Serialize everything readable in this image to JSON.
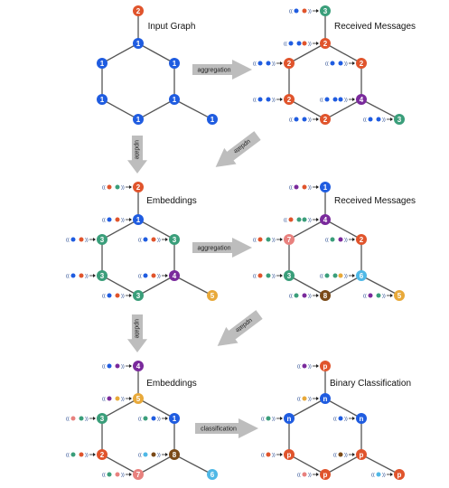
{
  "colors": {
    "1": "#1f5ce0",
    "2": "#e0542c",
    "3": "#3a9e7a",
    "4": "#7a2a9c",
    "5": "#e8a93a",
    "6": "#4fb8e6",
    "7": "#e8817e",
    "8": "#7a4a18",
    "n": "#1f5ce0",
    "p": "#e0542c"
  },
  "arrows": {
    "aggregation": "aggregation",
    "update": "update",
    "classification": "classification"
  },
  "panels": [
    {
      "id": "input-graph",
      "title": "Input Graph",
      "nodes": {
        "top": "2",
        "n1": "1",
        "n2": "1",
        "n3": "1",
        "n4": "1",
        "n5": "1",
        "n6": "1",
        "leaf1": "1",
        "leaf2": "1"
      },
      "messages": {}
    },
    {
      "id": "received-messages-1",
      "title": "Received Messages",
      "nodes": {
        "top": "3",
        "n1": "2",
        "n2": "2",
        "n3": "2",
        "n4": "2",
        "n5": "4",
        "n6": "2",
        "leaf1": "3",
        "leaf2": "3"
      },
      "messages": {
        "top": [
          [
            "1"
          ],
          [
            "2"
          ]
        ],
        "n1": [
          [
            "1"
          ],
          [
            "1",
            "2"
          ]
        ],
        "n2": [
          [
            "1"
          ],
          [
            "1"
          ]
        ],
        "n3": [
          [
            "1"
          ],
          [
            "1"
          ]
        ],
        "n4": [
          [
            "1"
          ],
          [
            "1"
          ]
        ],
        "n5": [
          [
            "1"
          ],
          [
            "1",
            "1"
          ]
        ],
        "n6": [
          [
            "1"
          ],
          [
            "1"
          ]
        ],
        "leaf2": [
          [
            "1"
          ],
          [
            "1"
          ]
        ]
      }
    },
    {
      "id": "embeddings-1",
      "title": "Embeddings",
      "nodes": {
        "top": "2",
        "n1": "1",
        "n2": "3",
        "n3": "3",
        "n4": "3",
        "n5": "4",
        "n6": "3",
        "leaf1": "3",
        "leaf2": "5"
      },
      "messages": {
        "top": [
          [
            "2"
          ],
          [
            "3"
          ]
        ],
        "n1": [
          [
            "1"
          ],
          [
            "2"
          ]
        ],
        "n2": [
          [
            "1"
          ],
          [
            "2"
          ]
        ],
        "n3": [
          [
            "1"
          ],
          [
            "2"
          ]
        ],
        "n4": [
          [
            "1"
          ],
          [
            "2"
          ]
        ],
        "n5": [
          [
            "1"
          ],
          [
            "2"
          ]
        ],
        "n6": [
          [
            "1"
          ],
          [
            "2"
          ]
        ]
      }
    },
    {
      "id": "received-messages-2",
      "title": "Received Messages",
      "nodes": {
        "top": "1",
        "n1": "4",
        "n2": "2",
        "n3": "7",
        "n4": "3",
        "n5": "6",
        "n6": "8",
        "leaf1": "3",
        "leaf2": "5"
      },
      "messages": {
        "top": [
          [
            "4"
          ],
          [
            "2"
          ]
        ],
        "n1": [
          [
            "2"
          ],
          [
            "3",
            "3"
          ]
        ],
        "n2": [
          [
            "3"
          ],
          [
            "4"
          ]
        ],
        "n3": [
          [
            "2"
          ],
          [
            "3"
          ]
        ],
        "n4": [
          [
            "2"
          ],
          [
            "3"
          ]
        ],
        "n5": [
          [
            "3"
          ],
          [
            "3",
            "5"
          ]
        ],
        "n6": [
          [
            "3"
          ],
          [
            "4"
          ]
        ],
        "leaf2": [
          [
            "4"
          ],
          [
            "3"
          ]
        ]
      }
    },
    {
      "id": "embeddings-2",
      "title": "Embeddings",
      "nodes": {
        "top": "4",
        "n1": "5",
        "n2": "1",
        "n3": "3",
        "n4": "2",
        "n5": "8",
        "n6": "7",
        "leaf1": "3",
        "leaf2": "6"
      },
      "messages": {
        "top": [
          [
            "1"
          ],
          [
            "4"
          ]
        ],
        "n1": [
          [
            "4"
          ],
          [
            "5"
          ]
        ],
        "n2": [
          [
            "3"
          ],
          [
            "1"
          ]
        ],
        "n3": [
          [
            "7"
          ],
          [
            "3"
          ]
        ],
        "n4": [
          [
            "3"
          ],
          [
            "2"
          ]
        ],
        "n5": [
          [
            "6"
          ],
          [
            "8"
          ]
        ],
        "n6": [
          [
            "3"
          ],
          [
            "7"
          ]
        ]
      }
    },
    {
      "id": "binary-classification",
      "title": "Binary Classification",
      "nodes": {
        "top": "p",
        "n1": "n",
        "n2": "n",
        "n3": "n",
        "n4": "p",
        "n5": "p",
        "n6": "p",
        "leaf1": "n",
        "leaf2": "p"
      },
      "messages": {
        "top": [
          [
            "4"
          ]
        ],
        "n1": [
          [
            "5"
          ]
        ],
        "n2": [
          [
            "1"
          ]
        ],
        "n3": [
          [
            "3"
          ]
        ],
        "n4": [
          [
            "2"
          ]
        ],
        "n5": [
          [
            "8"
          ]
        ],
        "n6": [
          [
            "7"
          ]
        ],
        "leaf2": [
          [
            "6"
          ]
        ]
      }
    }
  ]
}
